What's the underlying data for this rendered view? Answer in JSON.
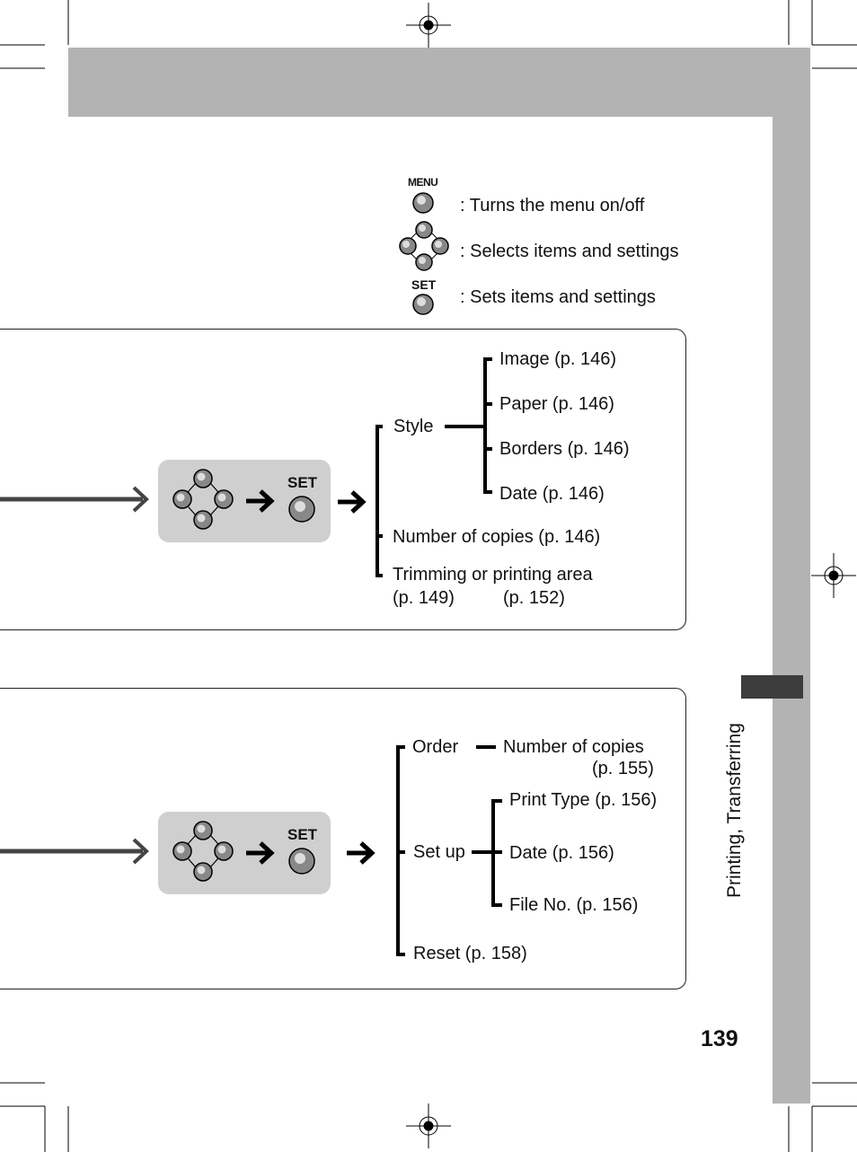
{
  "header": {},
  "side_tab": {
    "label": "Printing, Transferring"
  },
  "legend": {
    "menu_button_label": "MENU",
    "menu_desc": ": Turns the menu on/off",
    "dpad_desc": ": Selects items and settings",
    "set_button_label": "SET",
    "set_desc": ": Sets items and settings"
  },
  "panel1": {
    "set_label": "SET",
    "style": "Style",
    "image": "Image (p. 146)",
    "paper": "Paper (p. 146)",
    "borders": "Borders (p. 146)",
    "date": "Date (p. 146)",
    "copies": "Number of copies (p. 146)",
    "trimming": "Trimming or printing area",
    "trim_page1": "(p. 149)",
    "trim_page2": "(p. 152)"
  },
  "panel2": {
    "set_label": "SET",
    "order": "Order",
    "order_copies": "Number of copies",
    "order_copies_page": "(p. 155)",
    "setup": "Set up",
    "print_type": "Print Type (p. 156)",
    "date": "Date (p. 156)",
    "file_no": "File No. (p. 156)",
    "reset": "Reset (p. 158)"
  },
  "page_number": "139"
}
